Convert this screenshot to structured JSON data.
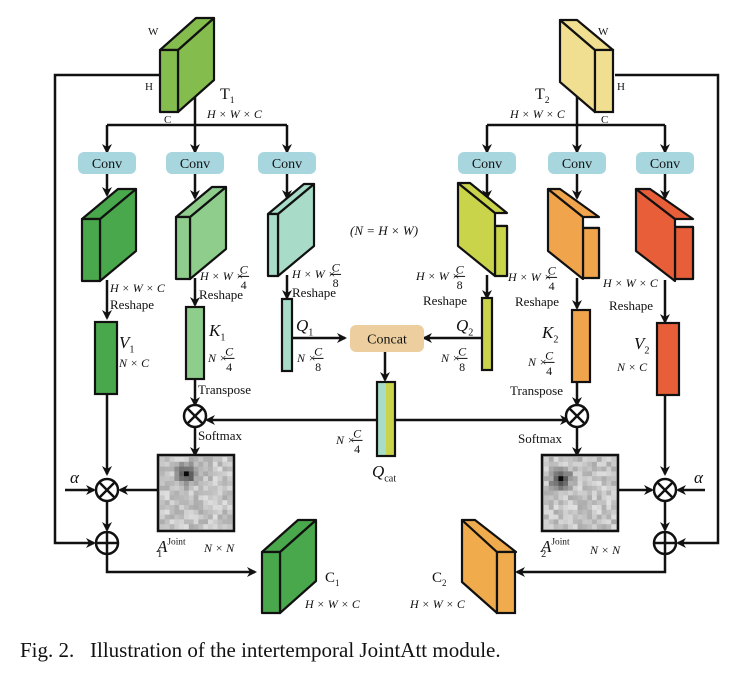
{
  "figure": {
    "caption": "Fig. 2.   Illustration of the intertemporal JointAtt module.",
    "note": "(N = H × W)"
  },
  "colors": {
    "t1": "#84bc4e",
    "v1": "#4aa84c",
    "k1": "#8fcd8d",
    "q1": "#a8dcc8",
    "t2": "#f1df91",
    "q2": "#c9d44a",
    "k2": "#f0a54c",
    "v2": "#e85e38",
    "conv": "#a8d6de",
    "concat": "#edcf9f",
    "c1": "#4aa84c",
    "c2": "#f0ab4c"
  },
  "branch1": {
    "input": {
      "label": "T",
      "sub": "1",
      "dims": "H × W × C",
      "w": "W",
      "h": "H",
      "c": "C"
    },
    "convs": [
      "Conv",
      "Conv",
      "Conv"
    ],
    "v": {
      "label": "V",
      "sub": "1",
      "feat_dims": "H × W × C",
      "reshape": "Reshape",
      "vec_dims": "N × C"
    },
    "k": {
      "label": "K",
      "sub": "1",
      "feat_dims_pre": "H × W ×",
      "frac_num": "C",
      "frac_den": "4",
      "reshape": "Reshape",
      "vec_dims_pre": "N ×",
      "transpose": "Transpose"
    },
    "q": {
      "label": "Q",
      "sub": "1",
      "feat_dims_pre": "H × W ×",
      "frac_num": "C",
      "frac_den": "8",
      "reshape": "Reshape",
      "vec_dims_pre": "N ×"
    },
    "softmax": "Softmax",
    "attention": {
      "label": "A",
      "sub": "1",
      "sup": "Joint",
      "dims": "N × N"
    },
    "alpha": "α",
    "output": {
      "label": "C",
      "sub": "1",
      "dims": "H × W × C"
    }
  },
  "branch2": {
    "input": {
      "label": "T",
      "sub": "2",
      "dims": "H × W × C",
      "w": "W",
      "h": "H",
      "c": "C"
    },
    "convs": [
      "Conv",
      "Conv",
      "Conv"
    ],
    "v": {
      "label": "V",
      "sub": "2",
      "feat_dims": "H × W × C",
      "reshape": "Reshape",
      "vec_dims": "N × C"
    },
    "k": {
      "label": "K",
      "sub": "2",
      "feat_dims_pre": "H × W ×",
      "frac_num": "C",
      "frac_den": "4",
      "reshape": "Reshape",
      "vec_dims_pre": "N ×",
      "transpose": "Transpose"
    },
    "q": {
      "label": "Q",
      "sub": "2",
      "feat_dims_pre": "H × W ×",
      "frac_num": "C",
      "frac_den": "8",
      "reshape": "Reshape",
      "vec_dims_pre": "N ×"
    },
    "softmax": "Softmax",
    "attention": {
      "label": "A",
      "sub": "2",
      "sup": "Joint",
      "dims": "N × N"
    },
    "alpha": "α",
    "output": {
      "label": "C",
      "sub": "2",
      "dims": "H × W × C"
    }
  },
  "center": {
    "concat": "Concat",
    "qcat": {
      "label": "Q",
      "sub": "cat",
      "dims_pre": "N ×",
      "frac_num": "C",
      "frac_den": "4"
    }
  }
}
